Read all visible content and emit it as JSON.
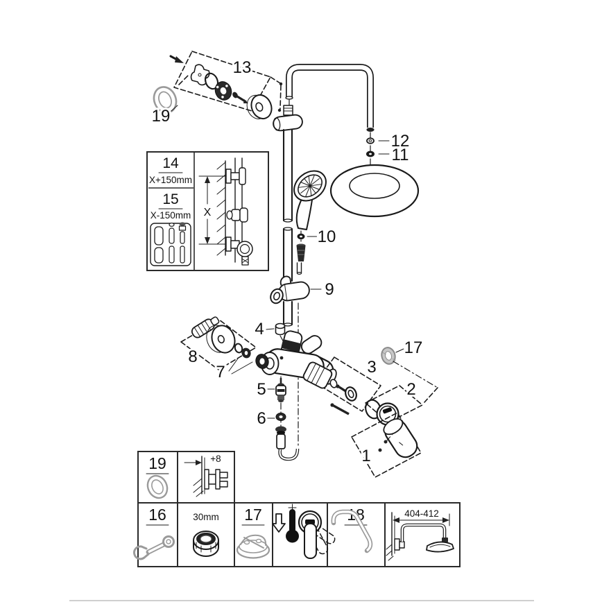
{
  "figure": {
    "type": "exploded-parts-diagram",
    "subject": "shower-system-installation-drawing",
    "ink_color": "#1a1a1a",
    "gray_part_color": "#9a9a9a",
    "background": "#ffffff"
  },
  "callouts": {
    "p1": "1",
    "p2": "2",
    "p3": "3",
    "p4": "4",
    "p5": "5",
    "p6": "6",
    "p7": "7",
    "p8": "8",
    "p9": "9",
    "p10": "10",
    "p11": "11",
    "p12": "12",
    "p13": "13",
    "p17": "17",
    "p19": "19"
  },
  "inset": {
    "row1_number": "14",
    "row1_formula": "X+150mm",
    "row2_number": "15",
    "row2_formula": "X-150mm",
    "dimension_label": "X"
  },
  "legend": {
    "ring_number": "19",
    "wall_offset": "+8",
    "wrench_number": "16",
    "nut_size": "30mm",
    "bracket_number": "17",
    "arm_number": "18",
    "arm_length": "404-412"
  }
}
